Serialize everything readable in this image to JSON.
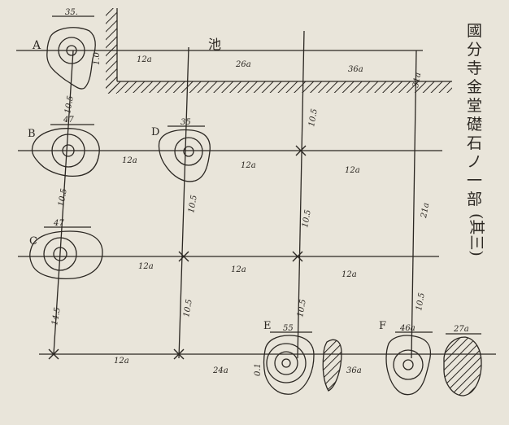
{
  "title_chars": [
    "國",
    "分",
    "寺",
    "金",
    "堂",
    "礎",
    "石",
    "ノ",
    "一",
    "部"
  ],
  "title_suffix": "(其三)",
  "pond_label": "池",
  "stones": [
    {
      "id": "A",
      "width": "35."
    },
    {
      "id": "B",
      "width": "47"
    },
    {
      "id": "C",
      "width": "47"
    },
    {
      "id": "D",
      "width": "35"
    },
    {
      "id": "E",
      "width": "55"
    },
    {
      "id": "F",
      "width": "46a"
    }
  ],
  "slab_width": "27a",
  "dims": {
    "a_12": "12a",
    "top_26": "26a",
    "top_36": "36a",
    "top_31": "31a",
    "a_b": "10.5",
    "b_c": "10.5",
    "c_low": "14.5",
    "a_side": "1.0",
    "b_d": "12a",
    "d_12": "12a",
    "r2_12": "12a",
    "d_down": "10.5",
    "c_12a": "12a",
    "c_12b": "12a",
    "c_12c": "12a",
    "col3_1": "10.5",
    "col3_2": "10.5",
    "col3_3": "10.5",
    "col4": "21a",
    "col4_low": "10.5",
    "col2_low": "10.5",
    "bot_12": "12a",
    "bot_24": "24a",
    "bot_36": "36a",
    "side_01": "0.1"
  },
  "colors": {
    "paper": "#e9e5da",
    "ink": "#2b2722"
  }
}
